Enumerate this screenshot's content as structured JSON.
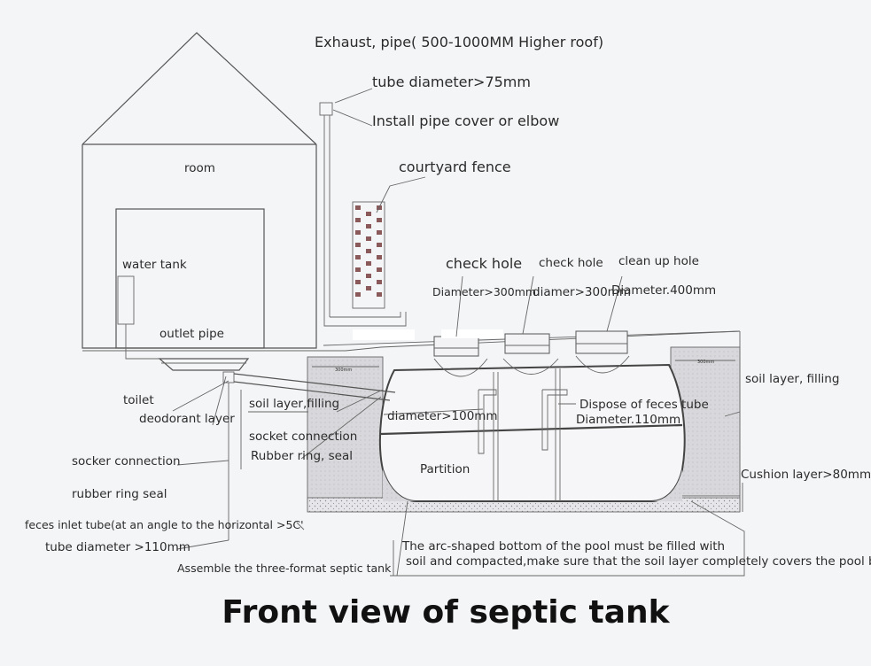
{
  "labels": {
    "exhaust": "Exhaust, pipe( 500-1000MM Higher roof)",
    "tube_diameter_75": "tube diameter>75mm",
    "pipe_cover": "Install pipe cover or elbow",
    "courtyard_fence": "courtyard fence",
    "room": "room",
    "water_tank": "water tank",
    "outlet_pipe": "outlet pipe",
    "check_hole_1": "check hole",
    "check_hole_2": "check hole",
    "clean_up_hole": "clean up hole",
    "diameter_300_a": "Diameter>300mm",
    "diameter_300_b": "diamer>300mm",
    "diameter_400": "Diameter.400mm",
    "toilet": "toilet",
    "deodorant_layer": "deodorant layer",
    "soil_layer_filling_left": "soil layer,filling",
    "diameter_100": "diameter>100mm",
    "dispose_tube": "Dispose of feces tube",
    "diameter_110": "Diameter.110mm",
    "soil_layer_filling_right": "soil layer, filling",
    "socket_connection": "socket connection",
    "rubber_ring_seal_inner": "Rubber ring, seal",
    "socker_connection": "socker connection",
    "partition": "Partition",
    "cushion_layer": "Cushion layer>80mm",
    "rubber_ring_seal_outer": "rubber ring seal",
    "feces_inlet_tube": "feces inlet tube(at an angle to the horizontal >5C'",
    "tube_diameter_110": "tube diameter >110mm",
    "arc_note_1": "The arc-shaped bottom of the pool must be filled with",
    "arc_note_2": "soil and compacted,make sure that the soil layer completely covers the pool body",
    "assemble": "Assemble the three-format septic tank",
    "dim_left": "300mm",
    "dim_right": "300mm"
  },
  "title": "Front view of septic tank",
  "colors": {
    "background": "#f4f5f7",
    "line": "#555555",
    "soil_fill": "#d9d9dd",
    "text": "#2b2b2b"
  }
}
